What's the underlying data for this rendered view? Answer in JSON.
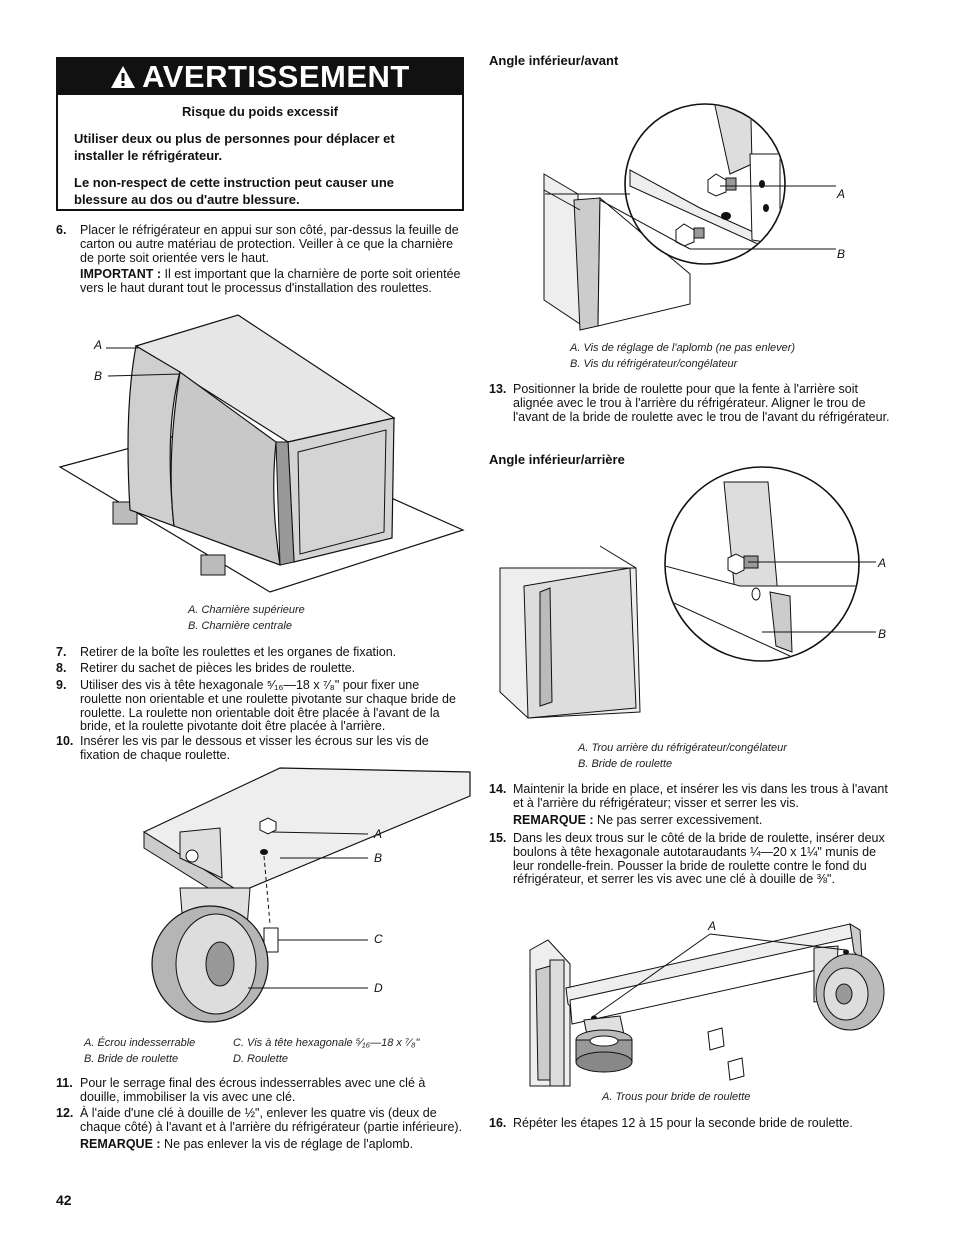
{
  "warning": {
    "title": "AVERTISSEMENT",
    "risk": "Risque du poids excessif",
    "line1": "Utiliser deux ou plus de personnes pour déplacer et installer le réfrigérateur.",
    "line2": "Le non-respect de cette instruction peut causer une blessure au dos ou d'autre blessure."
  },
  "steps": {
    "s6": {
      "num": "6.",
      "text": "Placer le réfrigérateur en appui sur son côté, par-dessus la feuille de carton ou autre matériau de protection. Veiller à ce que la charnière de porte soit orientée vers le haut.",
      "note_label": "IMPORTANT :",
      "note": " Il est important que la charnière de porte soit orientée vers le haut durant tout le processus d'installation des roulettes."
    },
    "s7": {
      "num": "7.",
      "text": "Retirer de la boîte les roulettes et les organes de fixation."
    },
    "s8": {
      "num": "8.",
      "text": "Retirer du sachet de pièces les brides de roulette."
    },
    "s9": {
      "num": "9.",
      "text_a": "Utiliser des vis à tête hexagonale ",
      "frac1": "⁵⁄₁₆—18 x ⁷⁄₈",
      "text_b": "\" pour fixer une roulette non orientable et une roulette pivotante sur chaque bride de roulette. La roulette non orientable doit être placée à l'avant de la bride, et la roulette pivotante doit être placée à l'arrière."
    },
    "s10": {
      "num": "10.",
      "text": "Insérer les vis par le dessous et visser les écrous sur les vis de fixation de chaque roulette."
    },
    "s11": {
      "num": "11.",
      "text": "Pour le serrage final des écrous indesserrables avec une clé à douille, immobiliser la vis avec une clé."
    },
    "s12": {
      "num": "12.",
      "text": "À l'aide d'une clé à douille de ½\", enlever les quatre vis (deux de chaque côté) à l'avant et à l'arrière du réfrigérateur (partie inférieure).",
      "note_label": "REMARQUE :",
      "note": " Ne pas enlever la vis de réglage de l'aplomb."
    },
    "s13": {
      "num": "13.",
      "text": "Positionner la bride de roulette pour que la fente à l'arrière soit alignée avec le trou à l'arrière du réfrigérateur. Aligner le trou de l'avant de la bride de roulette avec le trou de l'avant du réfrigérateur."
    },
    "s14": {
      "num": "14.",
      "text": "Maintenir la bride en place, et insérer les vis dans les trous à l'avant et à l'arrière du réfrigérateur; visser et serrer les vis.",
      "note_label": "REMARQUE :",
      "note": " Ne pas serrer excessivement."
    },
    "s15": {
      "num": "15.",
      "text": "Dans les deux trous sur le côté de la bride de roulette, insérer deux boulons à tête hexagonale autotaraudants ¼—20 x 1¼\" munis de leur rondelle-frein. Pousser la bride de roulette contre le fond du réfrigérateur, et serrer les vis avec une clé à douille de ⅜\"."
    },
    "s16": {
      "num": "16.",
      "text": "Répéter les étapes 12 à 15 pour la seconde bride de roulette."
    }
  },
  "fig1": {
    "label_a": "A",
    "label_b": "B",
    "cap_a": "A. Charnière supérieure",
    "cap_b": "B. Charnière centrale"
  },
  "fig2": {
    "label_a": "A",
    "label_b": "B",
    "label_c": "C",
    "label_d": "D",
    "cap_a": "A. Écrou indesserrable",
    "cap_b": "B. Bride de roulette",
    "cap_c": "C. Vis à tête hexagonale ⁵⁄₁₆—18 x ⁷⁄₈\"",
    "cap_d": "D. Roulette"
  },
  "head1": "Angle inférieur/avant",
  "fig3": {
    "label_a": "A",
    "label_b": "B",
    "cap_a": "A. Vis de réglage de l'aplomb (ne pas enlever)",
    "cap_b": "B. Vis du réfrigérateur/congélateur"
  },
  "head2": "Angle inférieur/arrière",
  "fig4": {
    "label_a": "A",
    "label_b": "B",
    "cap_a": "A. Trou arrière du réfrigérateur/congélateur",
    "cap_b": "B. Bride de roulette"
  },
  "fig5": {
    "label_a": "A",
    "cap_a": "A. Trous pour bride de roulette"
  },
  "page_number": "42"
}
